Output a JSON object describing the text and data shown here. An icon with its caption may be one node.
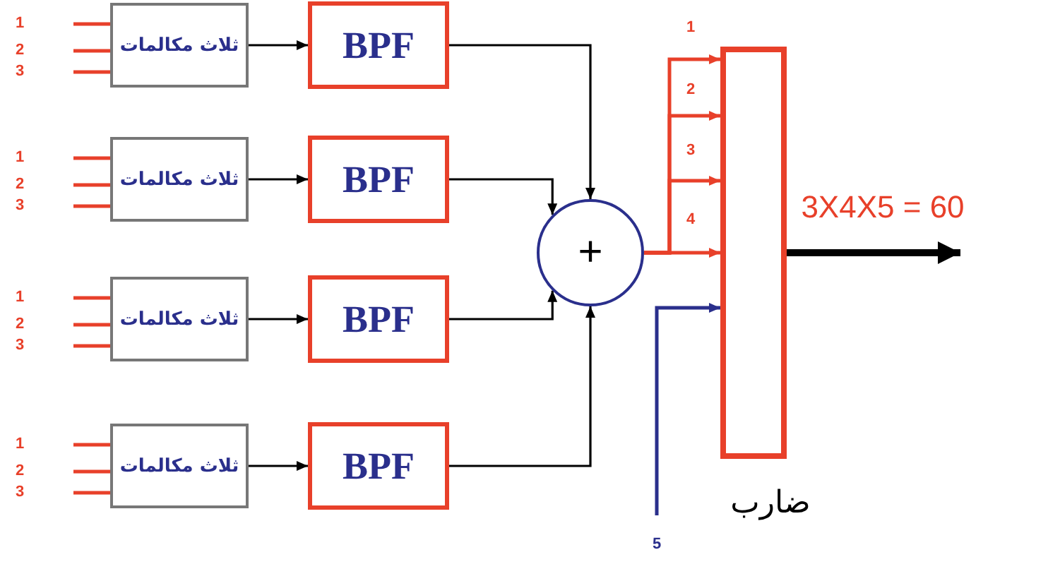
{
  "diagram": {
    "nodes": [
      {
        "text": [
          "ثلاث مكالمات"
        ]
      },
      {
        "text": [
          "ثلاث مكالمات"
        ]
      },
      {
        "text": [
          "ثلاث مكالمات"
        ]
      },
      {
        "text": [
          "ثلاث مكالمات"
        ]
      },
      {
        "text": [
          "BPF"
        ]
      },
      {
        "text": [
          "BPF"
        ]
      },
      {
        "text": [
          "BPF"
        ]
      },
      {
        "text": [
          "BPF"
        ]
      },
      {
        "text": [
          "+"
        ]
      },
      {
        "text": [],
        "shape": "box",
        "beside": [
          "ضارب"
        ]
      }
    ],
    "edges": [
      {
        "from": null,
        "to": 0,
        "arrow": "none",
        "label": "1",
        "color": "#e8402a"
      },
      {
        "from": null,
        "to": 0,
        "arrow": "none",
        "label": "2",
        "color": "#e8402a"
      },
      {
        "from": null,
        "to": 0,
        "arrow": "none",
        "label": "3",
        "color": "#e8402a"
      },
      {
        "from": null,
        "to": 1,
        "arrow": "none",
        "label": "1",
        "color": "#e8402a"
      },
      {
        "from": null,
        "to": 1,
        "arrow": "none",
        "label": "2",
        "color": "#e8402a"
      },
      {
        "from": null,
        "to": 1,
        "arrow": "none",
        "label": "3",
        "color": "#e8402a"
      },
      {
        "from": null,
        "to": 2,
        "arrow": "none",
        "label": "1",
        "color": "#e8402a"
      },
      {
        "from": null,
        "to": 2,
        "arrow": "none",
        "label": "2",
        "color": "#e8402a"
      },
      {
        "from": null,
        "to": 2,
        "arrow": "none",
        "label": "3",
        "color": "#e8402a"
      },
      {
        "from": null,
        "to": 3,
        "arrow": "none",
        "label": "1",
        "color": "#e8402a"
      },
      {
        "from": null,
        "to": 3,
        "arrow": "none",
        "label": "2",
        "color": "#e8402a"
      },
      {
        "from": null,
        "to": 3,
        "arrow": "none",
        "label": "3",
        "color": "#e8402a"
      },
      {
        "from": 0,
        "to": 4,
        "arrow": "to",
        "color": "#000000"
      },
      {
        "from": 1,
        "to": 5,
        "arrow": "to",
        "color": "#000000"
      },
      {
        "from": 2,
        "to": 6,
        "arrow": "to",
        "color": "#000000"
      },
      {
        "from": 3,
        "to": 7,
        "arrow": "to",
        "color": "#000000"
      },
      {
        "from": 4,
        "to": 8,
        "arrow": "to",
        "color": "#000000"
      },
      {
        "from": 5,
        "to": 8,
        "arrow": "to",
        "color": "#000000"
      },
      {
        "from": 6,
        "to": 8,
        "arrow": "to",
        "color": "#000000"
      },
      {
        "from": 7,
        "to": 8,
        "arrow": "to",
        "color": "#000000"
      },
      {
        "from": 8,
        "to": 9,
        "arrow": "to",
        "label": "1",
        "color": "#e8402a"
      },
      {
        "from": 8,
        "to": 9,
        "arrow": "to",
        "label": "2",
        "color": "#e8402a"
      },
      {
        "from": 8,
        "to": 9,
        "arrow": "to",
        "label": "3",
        "color": "#e8402a"
      },
      {
        "from": 8,
        "to": 9,
        "arrow": "to",
        "label": "4",
        "color": "#e8402a"
      },
      {
        "from": null,
        "to": 9,
        "arrow": "to",
        "label": "5",
        "color": "#2a2f8c"
      },
      {
        "from": 9,
        "to": null,
        "arrow": "to",
        "label": "3X4X5 = 60",
        "style": "thick",
        "color": "#000000"
      }
    ]
  }
}
